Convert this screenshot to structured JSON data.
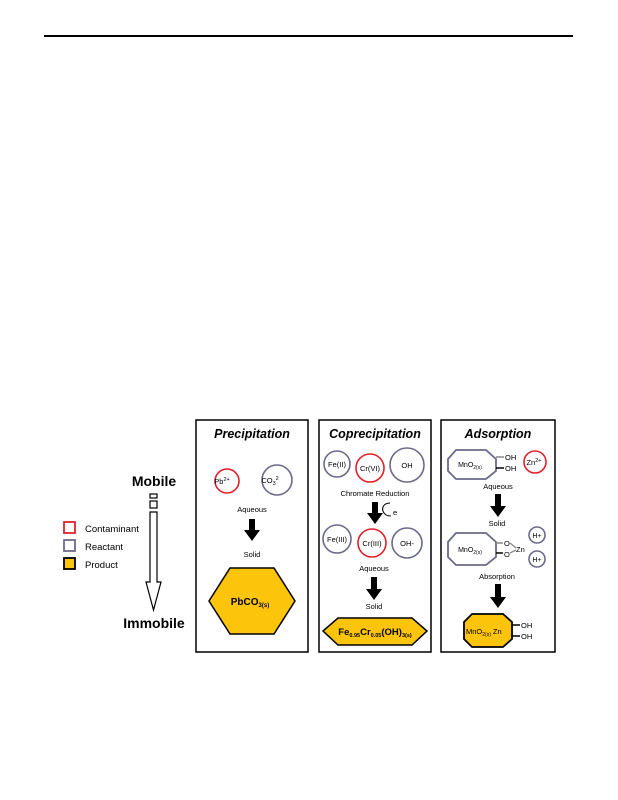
{
  "colors": {
    "contaminant": "#e0202a",
    "reactant": "#6b6a8a",
    "product": "#fcc40a",
    "stroke": "#000000"
  },
  "mobility": {
    "top_label": "Mobile",
    "bottom_label": "Immobile"
  },
  "legend": {
    "items": [
      {
        "label": "Contaminant",
        "type": "contaminant"
      },
      {
        "label": "Reactant",
        "type": "reactant"
      },
      {
        "label": "Product",
        "type": "product"
      }
    ]
  },
  "panels": {
    "precipitation": {
      "title": "Precipitation",
      "contaminant": {
        "base": "Pb",
        "sup": "2+"
      },
      "reactant": {
        "base": "CO",
        "sub": "3",
        "sup": "2"
      },
      "label_aqueous": "Aqueous",
      "label_solid": "Solid",
      "product": {
        "base": "PbCO",
        "sub": "3(s)"
      }
    },
    "coprecipitation": {
      "title": "Coprecipitation",
      "row1": {
        "fe": "Fe(II)",
        "cr": "Cr(VI)",
        "oh": "OH"
      },
      "label_reduction": "Chromate Reduction",
      "electron": "e",
      "row2": {
        "fe": "Fe(III)",
        "cr": "Cr(III)",
        "oh": "OH-"
      },
      "label_aqueous": "Aqueous",
      "label_solid": "Solid",
      "product": {
        "fe": "Fe",
        "fe_sub": "0.95",
        "cr": "Cr",
        "cr_sub": "0.05",
        "oh": "(OH)",
        "oh_sub": "3(s)"
      }
    },
    "adsorption": {
      "title": "Adsorption",
      "surface1": {
        "base": "MnO",
        "sub": "2(s)"
      },
      "oh1": "OH",
      "oh2": "OH",
      "contaminant": {
        "base": "Zn",
        "sup": "2+"
      },
      "label_aqueous": "Aqueous",
      "label_solid": "Solid",
      "surface2": {
        "base": "MnO",
        "sub": "2(s)"
      },
      "o1": "O",
      "o2": "O",
      "zn": "Zn",
      "h1": "H+",
      "h2": "H+",
      "label_absorption": "Absorption",
      "product": {
        "base": "MnO",
        "sub": "2(s)",
        "zn": "Zn"
      },
      "oh3": "OH",
      "oh4": "OH"
    }
  }
}
